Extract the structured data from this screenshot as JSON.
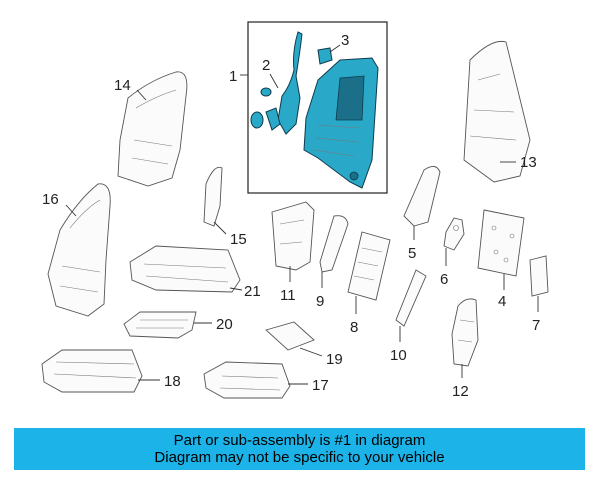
{
  "callouts": {
    "c1": "1",
    "c2": "2",
    "c3": "3",
    "c4": "4",
    "c5": "5",
    "c6": "6",
    "c7": "7",
    "c8": "8",
    "c9": "9",
    "c10": "10",
    "c11": "11",
    "c12": "12",
    "c13": "13",
    "c14": "14",
    "c15": "15",
    "c16": "16",
    "c17": "17",
    "c18": "18",
    "c19": "19",
    "c20": "20",
    "c21": "21"
  },
  "banner": {
    "line1": "Part or sub-assembly is #1 in diagram",
    "line2": "Diagram may not be specific to your vehicle"
  },
  "colors": {
    "highlight_part": "#2aa8c8",
    "banner_background": "#1cb4e8"
  }
}
